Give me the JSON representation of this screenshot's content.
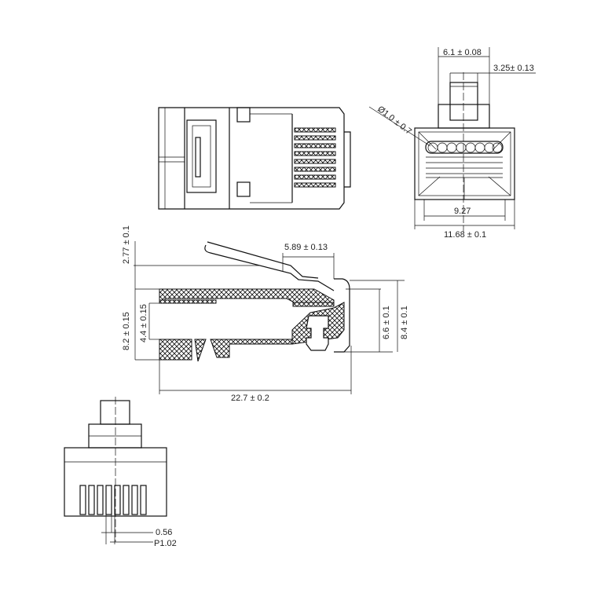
{
  "title": "RJ45 modular plug dimensional drawing",
  "dimensions": {
    "tab_width": "6.1 ± 0.08",
    "tab_inner": "3.25± 0.13",
    "cable_dia": "Ø1.0 ± 0.7",
    "contact_span": "9.27",
    "body_width": "11.68 ± 0.1",
    "latch_height": "2.77 ± 0.1",
    "latch_offset": "5.89 ± 0.13",
    "body_height": "8.2 ± 0.15",
    "cavity_height": "4.4 ± 0.15",
    "front_height": "6.6 ± 0.1",
    "overall_height": "8.4 ± 0.1",
    "length": "22.7 ± 0.2",
    "contact_width": "0.56",
    "pitch": "P1.02"
  },
  "colors": {
    "line": "#111111",
    "background": "#ffffff"
  }
}
